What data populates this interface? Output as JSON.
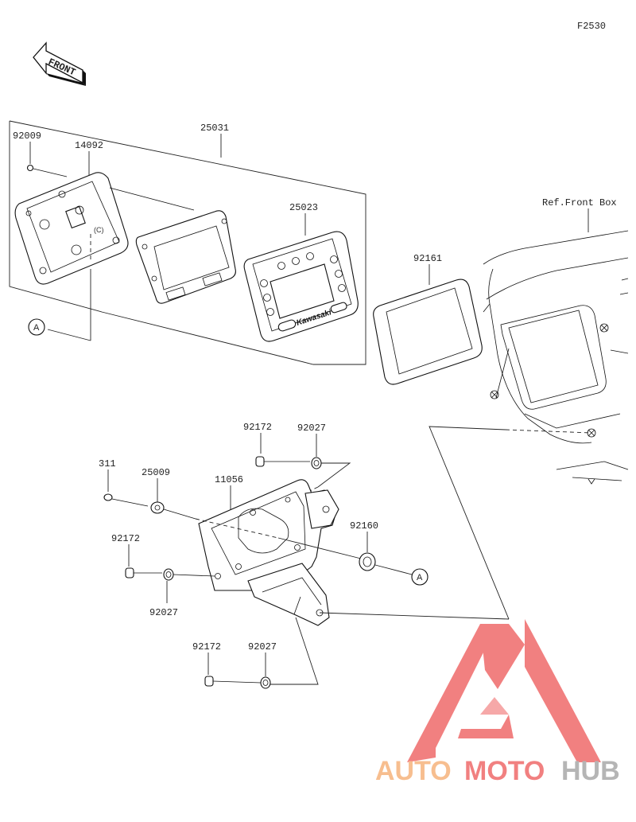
{
  "figure_code": "F2530",
  "front_label": "FRONT",
  "ref_label": "Ref.Front Box",
  "callout_letter": "A",
  "brand_text": "Kawasaki",
  "parts": {
    "p92009": "92009",
    "p14092": "14092",
    "p25031": "25031",
    "p25023": "25023",
    "p92161": "92161",
    "p92172a": "92172",
    "p92027a": "92027",
    "p311": "311",
    "p25009": "25009",
    "p11056": "11056",
    "p92160": "92160",
    "p92172b": "92172",
    "p92027b": "92027",
    "p92172c": "92172",
    "p92027c": "92027"
  },
  "watermark": {
    "part1": "AUTO",
    "part2": "MOTO",
    "part3": "HUB",
    "colors": {
      "orange": "#f6b37c",
      "red": "#ef6a6a",
      "gray": "#a9a9a9"
    }
  }
}
